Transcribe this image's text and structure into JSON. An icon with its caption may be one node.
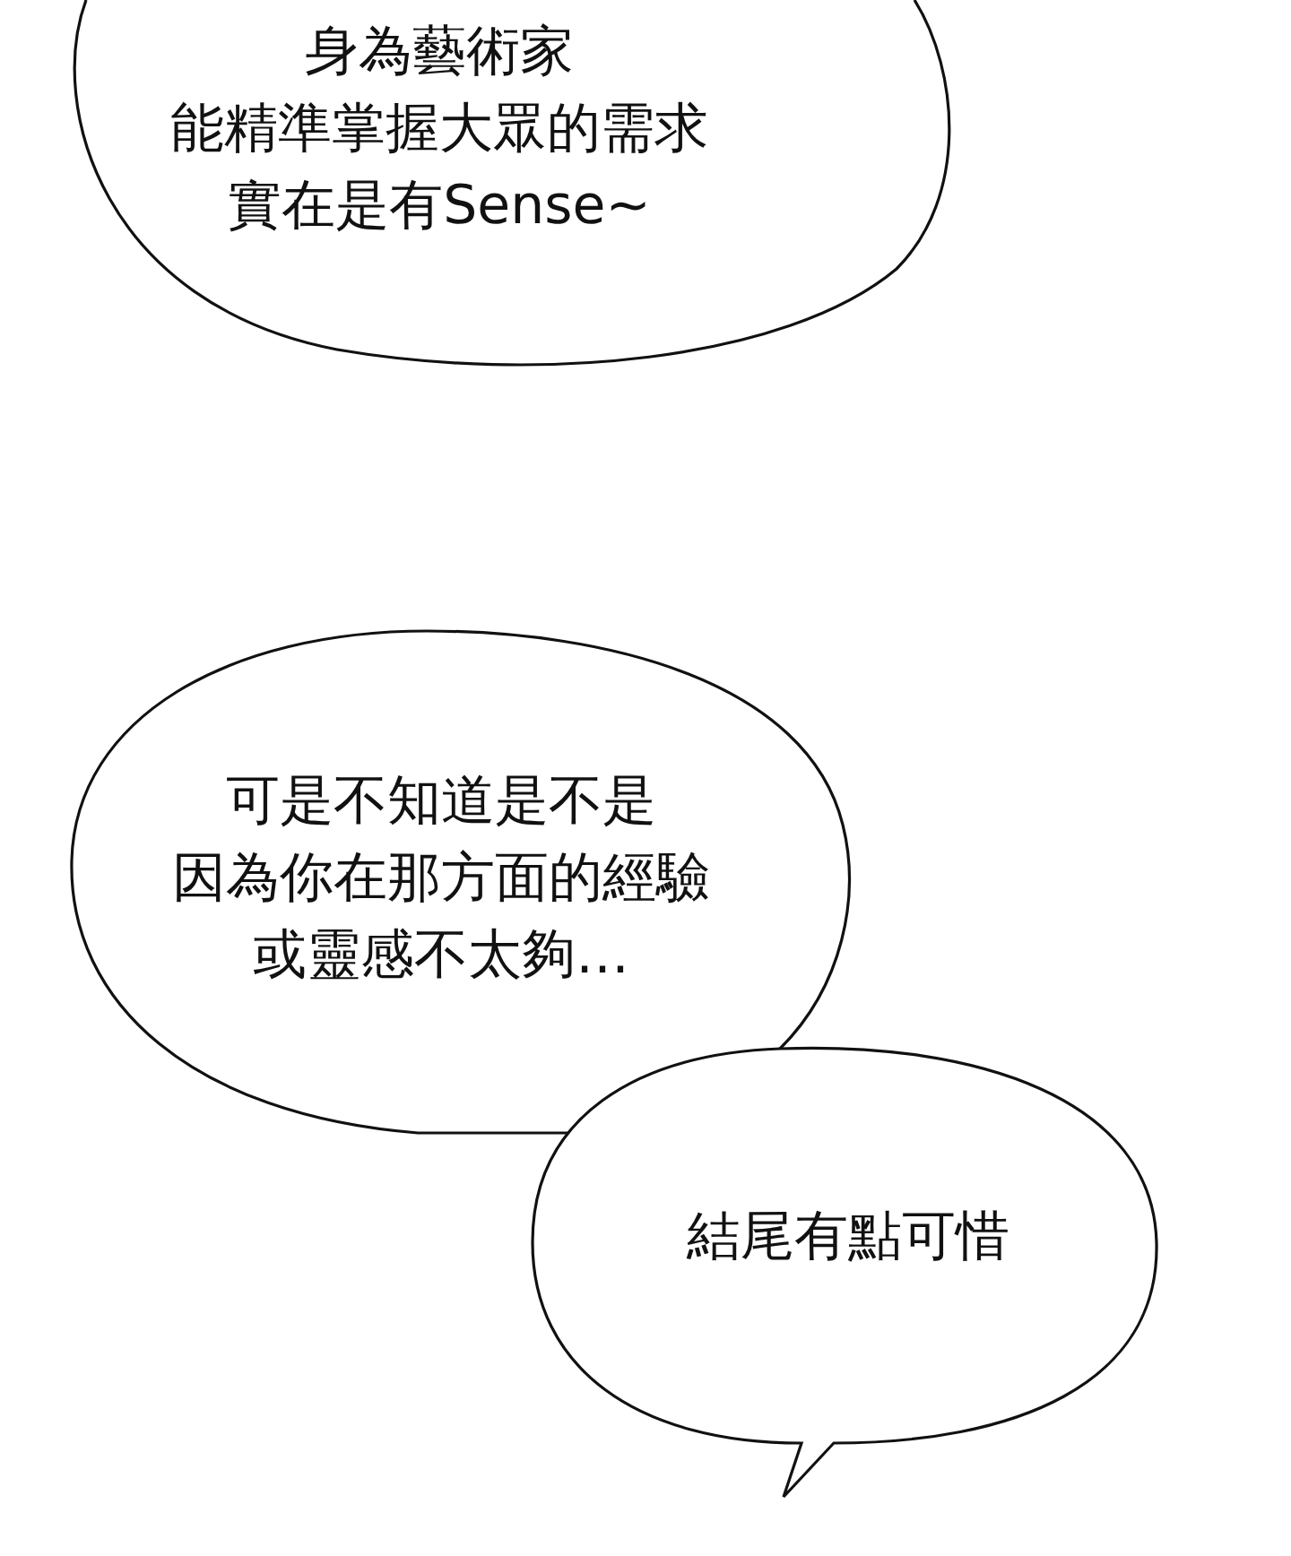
{
  "diagram": {
    "nodes": [
      {
        "text": [
          "身為藝術家能精準掌握大眾的需求實在是有Sense~"
        ]
      },
      {
        "text": [
          "可是不知道是不是因為你在那方面的經驗或靈感不太夠…"
        ]
      },
      {
        "text": [
          "結尾有點可惜"
        ]
      }
    ]
  }
}
